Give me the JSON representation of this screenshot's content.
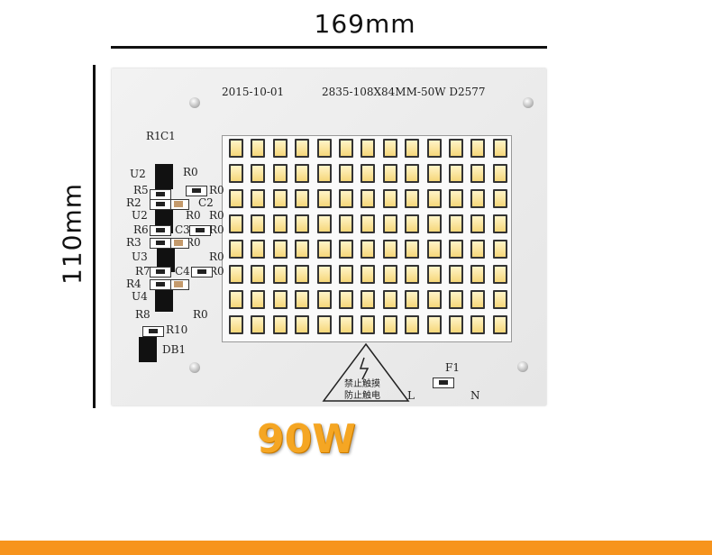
{
  "dimensions": {
    "width": "169mm",
    "height": "110mm"
  },
  "board": {
    "date": "2015-10-01",
    "model": "2835-108X84MM-50W  D2577",
    "led_grid": {
      "columns": 13,
      "rows": 8
    },
    "components": [
      "R1",
      "C1",
      "U2",
      "R0",
      "R5",
      "R0",
      "R2",
      "C2",
      "U2",
      "R0",
      "R0",
      "R6",
      "C3",
      "R0",
      "R3",
      "R0",
      "U3",
      "R0",
      "R7",
      "C4",
      "R0",
      "R4",
      "U4",
      "R8",
      "R0",
      "R10",
      "DB1",
      "F1",
      "L",
      "N"
    ],
    "warning": {
      "line1": "禁止触摸",
      "line2": "防止触电",
      "icon": "lightning-warning-icon"
    }
  },
  "power_label": "90W",
  "colors": {
    "accent": "#f7941d",
    "power_text": "#f5a623",
    "board": "#ececec",
    "led": "#f6d77a"
  }
}
